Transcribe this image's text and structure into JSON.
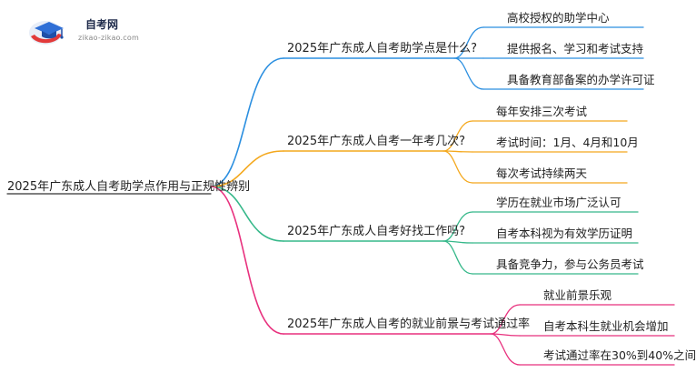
{
  "brand": {
    "name": "自考网",
    "domain": "zikao-zikao.com",
    "logo_icon": "graduation-cap-logo"
  },
  "colors": {
    "blue": "#2b8fe0",
    "orange": "#f4a81d",
    "green": "#36b88a",
    "pink": "#e8317e",
    "root_line": "#333333"
  },
  "root": {
    "label": "2025年广东成人自考助学点作用与正规性辨别"
  },
  "branches": [
    {
      "label": "2025年广东成人自考助学点是什么?",
      "leaves": [
        "高校授权的助学中心",
        "提供报名、学习和考试支持",
        "具备教育部备案的办学许可证"
      ]
    },
    {
      "label": "2025年广东成人自考一年考几次?",
      "leaves": [
        "每年安排三次考试",
        "考试时间：1月、4月和10月",
        "每次考试持续两天"
      ]
    },
    {
      "label": "2025年广东成人自考好找工作吗?",
      "leaves": [
        "学历在就业市场广泛认可",
        "自考本科视为有效学历证明",
        "具备竞争力，参与公务员考试"
      ]
    },
    {
      "label": "2025年广东成人自考的就业前景与考试通过率",
      "leaves": [
        "就业前景乐观",
        "自考本科生就业机会增加",
        "考试通过率在30%到40%之间"
      ]
    }
  ]
}
